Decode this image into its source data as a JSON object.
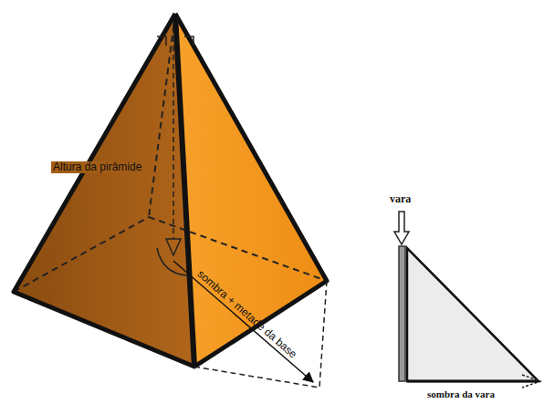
{
  "diagram": {
    "labels": [
      "Altura da pirâmide",
      "sombra + metade da base",
      "vara",
      "sombra da vara"
    ]
  }
}
